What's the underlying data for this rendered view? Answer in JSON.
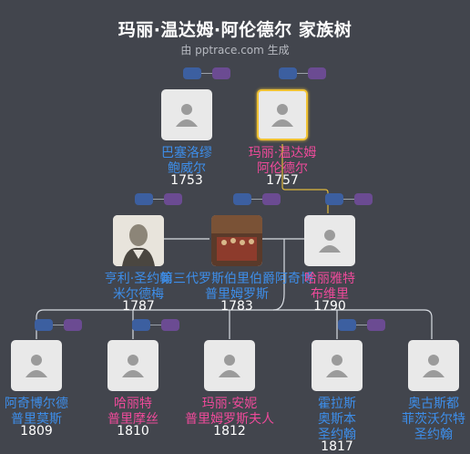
{
  "header": {
    "title": "玛丽·温达姆·阿伦德尔 家族树",
    "subtitle": "由 pptrace.com 生成"
  },
  "people": [
    {
      "id": "p1",
      "gender": "male",
      "name_lines": [
        "巴塞洛缪",
        "鲍威尔"
      ],
      "year": "1753"
    },
    {
      "id": "p2",
      "gender": "female",
      "name_lines": [
        "玛丽·温达姆",
        "阿伦德尔"
      ],
      "year": "1757"
    },
    {
      "id": "p3",
      "gender": "male",
      "name_lines": [
        "亨利·圣约翰",
        "米尔德梅"
      ],
      "year": "1787"
    },
    {
      "id": "p4",
      "gender": "male",
      "name_lines": [
        "第三代罗斯伯里伯爵阿奇博",
        "普里姆罗斯"
      ],
      "year": "1783"
    },
    {
      "id": "p5",
      "gender": "female",
      "name_lines": [
        "哈丽雅特",
        "布维里"
      ],
      "year": "1790"
    },
    {
      "id": "p6",
      "gender": "male",
      "name_lines": [
        "阿奇博尔德",
        "普里莫斯"
      ],
      "year": "1809"
    },
    {
      "id": "p7",
      "gender": "female",
      "name_lines": [
        "哈丽特",
        "普里摩丝"
      ],
      "year": "1810"
    },
    {
      "id": "p8",
      "gender": "female",
      "name_lines": [
        "玛丽·安妮",
        "普里姆罗斯夫人"
      ],
      "year": "1812"
    },
    {
      "id": "p9",
      "gender": "male",
      "name_lines": [
        "霍拉斯",
        "奥斯本",
        "圣约翰"
      ],
      "year": "1817"
    },
    {
      "id": "p10",
      "gender": "male",
      "name_lines": [
        "奥古斯都",
        "菲茨沃尔特",
        "圣约翰"
      ],
      "year": ""
    }
  ]
}
